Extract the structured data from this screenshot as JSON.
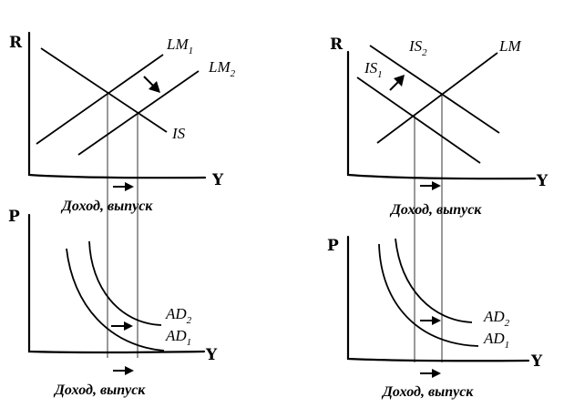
{
  "left_panel": {
    "top": {
      "y_axis": "R",
      "x_axis": "Y",
      "caption": "Доход, выпуск",
      "curves": [
        {
          "name": "LM",
          "sub": "1"
        },
        {
          "name": "LM",
          "sub": "2"
        },
        {
          "name": "IS",
          "sub": ""
        }
      ]
    },
    "bottom": {
      "y_axis": "P",
      "x_axis": "Y",
      "caption": "Доход, выпуск",
      "curves": [
        {
          "name": "AD",
          "sub": "2"
        },
        {
          "name": "AD",
          "sub": "1"
        }
      ]
    }
  },
  "right_panel": {
    "top": {
      "y_axis": "R",
      "x_axis": "Y",
      "caption": "Доход, выпуск",
      "curves": [
        {
          "name": "IS",
          "sub": "2"
        },
        {
          "name": "IS",
          "sub": "1"
        },
        {
          "name": "LM",
          "sub": ""
        }
      ]
    },
    "bottom": {
      "y_axis": "P",
      "x_axis": "Y",
      "caption": "Доход, выпуск",
      "curves": [
        {
          "name": "AD",
          "sub": "2"
        },
        {
          "name": "AD",
          "sub": "1"
        }
      ]
    }
  }
}
